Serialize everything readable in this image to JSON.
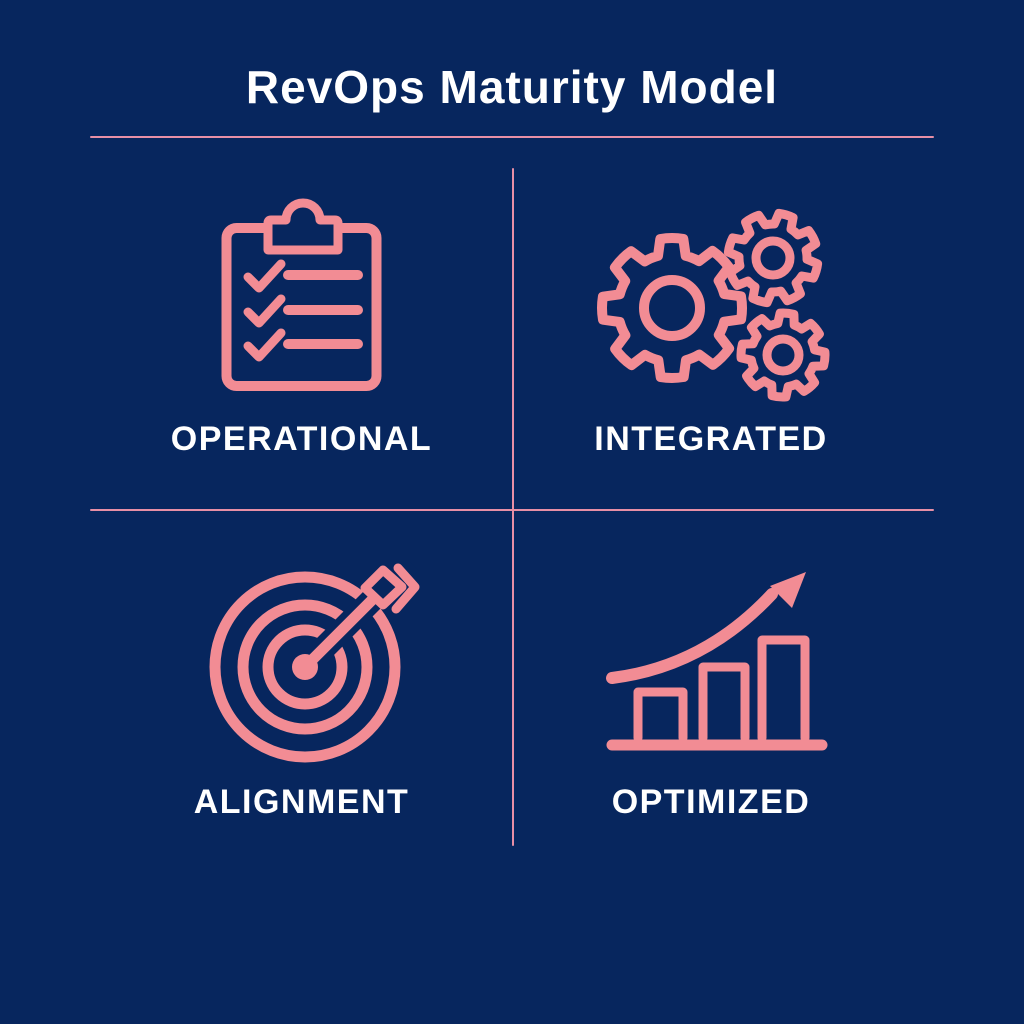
{
  "title": "RevOps Maturity Model",
  "colors": {
    "background": "#07265e",
    "accent": "#f28c94",
    "divider": "#e78fa6",
    "text": "#ffffff"
  },
  "quadrants": [
    {
      "label": "OPERATIONAL",
      "icon": "clipboard-checklist-icon",
      "position": "top-left"
    },
    {
      "label": "INTEGRATED",
      "icon": "gears-icon",
      "position": "top-right"
    },
    {
      "label": "ALIGNMENT",
      "icon": "target-dart-icon",
      "position": "bottom-left"
    },
    {
      "label": "OPTIMIZED",
      "icon": "bar-chart-growth-icon",
      "position": "bottom-right"
    }
  ]
}
